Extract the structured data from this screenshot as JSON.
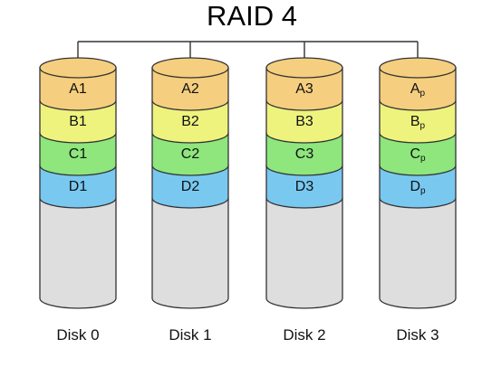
{
  "title": "RAID 4",
  "colors": {
    "A": "#f5cf7f",
    "B": "#eef37e",
    "C": "#8ee67d",
    "D": "#79c8f0",
    "empty": "#dedede",
    "outline": "#333333",
    "connector": "#333333"
  },
  "disks": [
    {
      "label": "Disk 0",
      "blocks": [
        {
          "main": "A1",
          "sub": ""
        },
        {
          "main": "B1",
          "sub": ""
        },
        {
          "main": "C1",
          "sub": ""
        },
        {
          "main": "D1",
          "sub": ""
        }
      ]
    },
    {
      "label": "Disk 1",
      "blocks": [
        {
          "main": "A2",
          "sub": ""
        },
        {
          "main": "B2",
          "sub": ""
        },
        {
          "main": "C2",
          "sub": ""
        },
        {
          "main": "D2",
          "sub": ""
        }
      ]
    },
    {
      "label": "Disk 2",
      "blocks": [
        {
          "main": "A3",
          "sub": ""
        },
        {
          "main": "B3",
          "sub": ""
        },
        {
          "main": "C3",
          "sub": ""
        },
        {
          "main": "D3",
          "sub": ""
        }
      ]
    },
    {
      "label": "Disk 3",
      "blocks": [
        {
          "main": "A",
          "sub": "p"
        },
        {
          "main": "B",
          "sub": "p"
        },
        {
          "main": "C",
          "sub": "p"
        },
        {
          "main": "D",
          "sub": "p"
        }
      ]
    }
  ]
}
